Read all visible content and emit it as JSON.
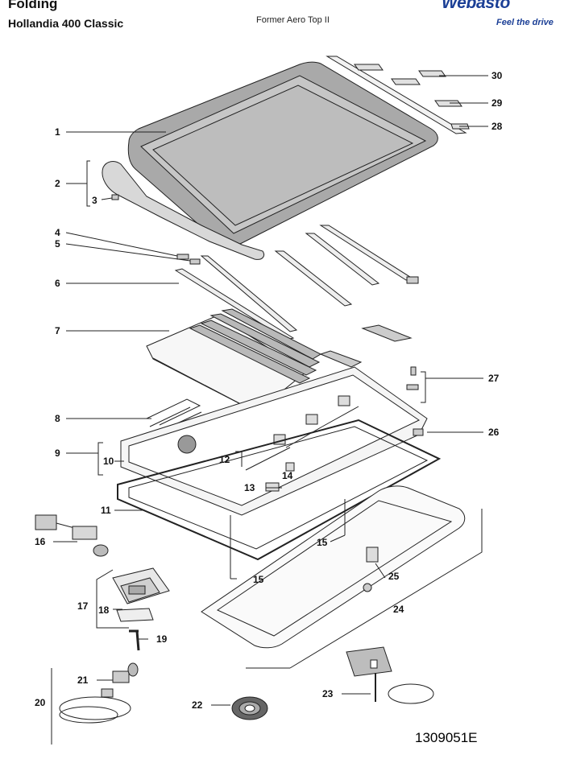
{
  "header": {
    "title": "Folding",
    "subtitle": "Hollandia 400 Classic",
    "former_model": "Former Aero Top II"
  },
  "brand": {
    "logo_text": "Webasto",
    "tagline": "Feel the drive",
    "color": "#1b3f96"
  },
  "document_number": "1309051E",
  "callouts": [
    "1",
    "2",
    "3",
    "4",
    "5",
    "6",
    "7",
    "8",
    "9",
    "10",
    "11",
    "12",
    "13",
    "14",
    "15",
    "15",
    "16",
    "17",
    "18",
    "19",
    "20",
    "21",
    "22",
    "23",
    "24",
    "25",
    "26",
    "27",
    "28",
    "29",
    "30"
  ],
  "colors": {
    "line": "#222222",
    "glass": "#bdbdbd",
    "part_fill": "#e8e8e8"
  }
}
